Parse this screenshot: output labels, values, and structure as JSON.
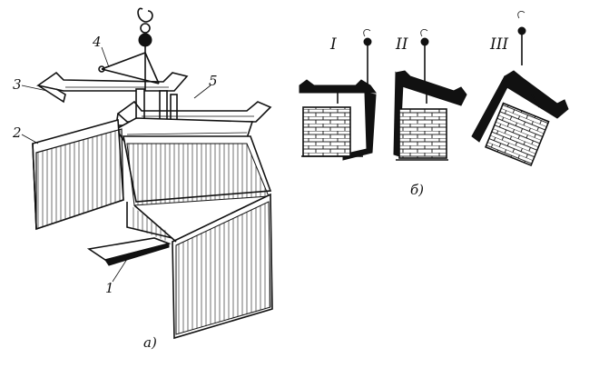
{
  "left_figure": {
    "caption": "а)",
    "part_labels": [
      "1",
      "2",
      "3",
      "4",
      "5"
    ]
  },
  "right_figure": {
    "caption": "б)",
    "stages": [
      "I",
      "II",
      "III"
    ]
  }
}
